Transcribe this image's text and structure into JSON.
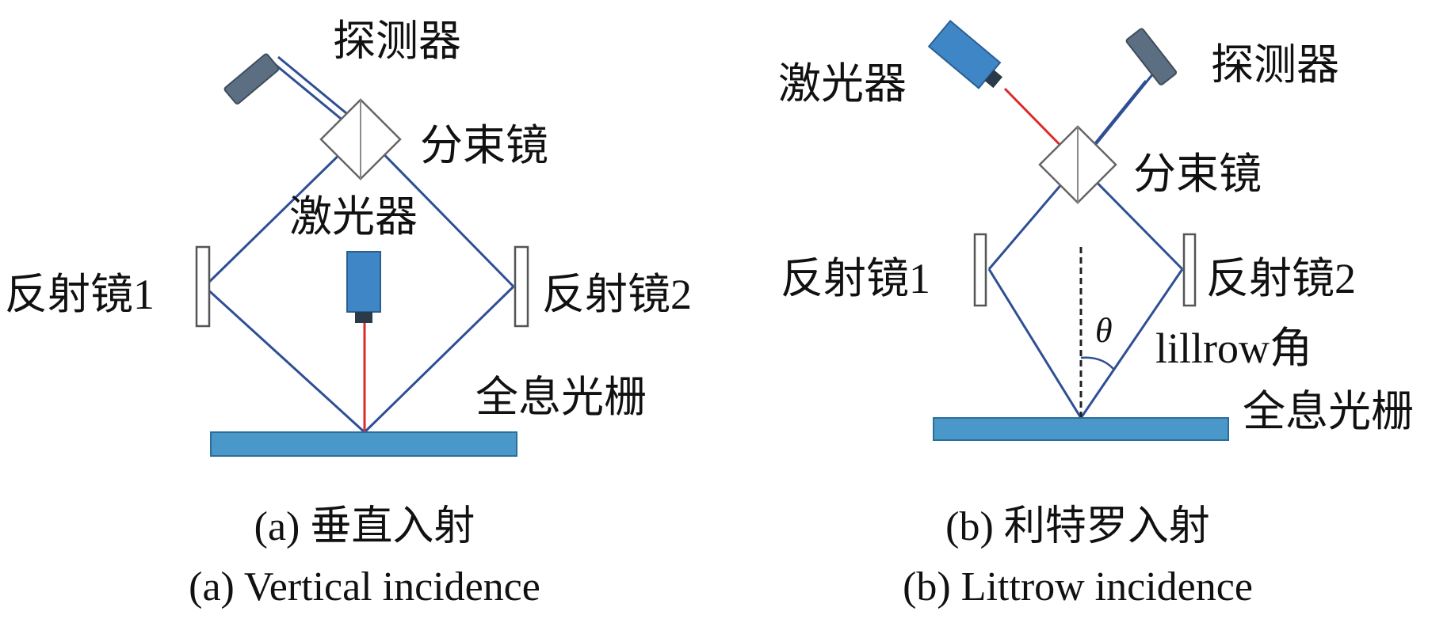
{
  "colors": {
    "beam_blue": "#2f4f95",
    "laser_red": "#dd2a2a",
    "grating_fill": "#4a98c9",
    "grating_stroke": "#2b6e98",
    "device_blue": "#3f86c6",
    "detector_gray": "#5c6f82",
    "mirror_edge": "#555555"
  },
  "panel_a": {
    "detector": "探测器",
    "beam_splitter": "分束镜",
    "laser": "激光器",
    "mirror_1": "反射镜1",
    "mirror_2": "反射镜2",
    "grating": "全息光栅",
    "caption_cn": "(a) 垂直入射",
    "caption_en": "(a) Vertical incidence"
  },
  "panel_b": {
    "laser": "激光器",
    "detector": "探测器",
    "beam_splitter": "分束镜",
    "mirror_1": "反射镜1",
    "mirror_2": "反射镜2",
    "angle_symbol": "θ",
    "angle_name": "lillrow角",
    "grating": "全息光栅",
    "caption_cn": "(b) 利特罗入射",
    "caption_en": "(b) Littrow incidence"
  }
}
